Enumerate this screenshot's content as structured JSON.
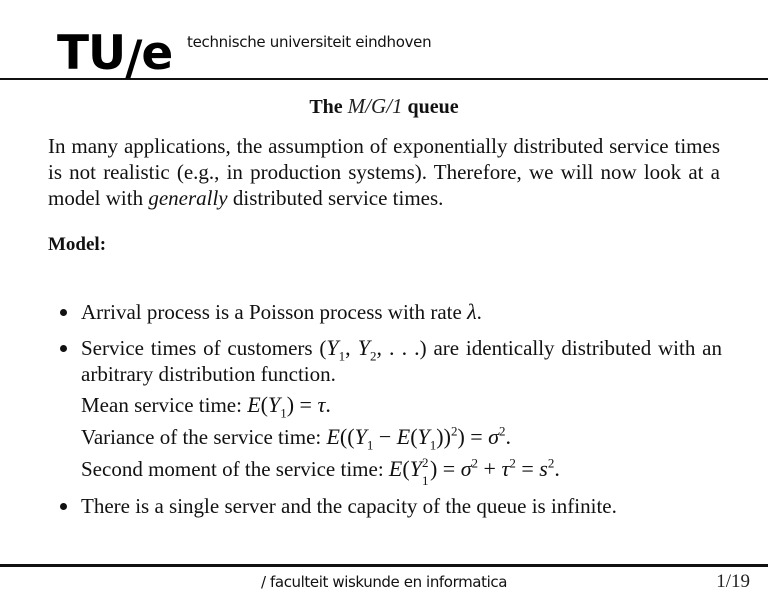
{
  "header": {
    "logo": {
      "part1": "TU",
      "slash": "/",
      "part2": "e"
    },
    "university": "technische universiteit eindhoven"
  },
  "slide": {
    "title_prefix": "The",
    "title_math": "M/G/1",
    "title_suffix": "queue",
    "intro": {
      "part1": "In many applications, the assumption of exponentially distributed service times is not realistic (e.g., in production systems). Therefore, we will now look at a model with ",
      "emphasis": "generally",
      "part2": " distributed service times."
    },
    "model_label": "Model:",
    "bullets": [
      {
        "text": "Arrival process is a Poisson process with rate ",
        "math": "λ",
        "end": "."
      },
      {
        "text_before": "Service times of customers (",
        "text_after": ") are identically distributed with an arbitrary distribution function.",
        "seq_math": "Y1, Y2, . . .",
        "sub_lines": [
          {
            "label": "Mean service time: ",
            "formula": "E(Y1) = τ."
          },
          {
            "label": "Variance of the service time: ",
            "formula": "E((Y1 − E(Y1))²) = σ²."
          },
          {
            "label": "Second moment of the service time: ",
            "formula": "E(Y1²) = σ² + τ² = s²."
          }
        ]
      },
      {
        "text": "There is a single server and the capacity of the queue is infinite."
      }
    ]
  },
  "footer": {
    "department": "/ faculteit wiskunde en informatica",
    "page": "1/19"
  }
}
